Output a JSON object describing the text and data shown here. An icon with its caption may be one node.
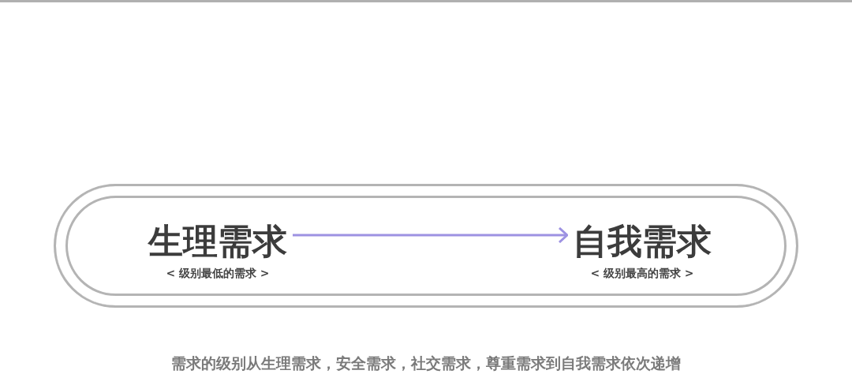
{
  "diagram": {
    "caption": "需求的级别从生理需求，安全需求，社交需求，尊重需求到自我需求依次递增",
    "nodes": [
      {
        "text": [],
        "shape": "box"
      },
      {
        "text": [
          "生理需求"
        ],
        "beside": [
          "< 级别最低的需求 >"
        ],
        "in": 0
      },
      {
        "text": [
          "自我需求"
        ],
        "beside": [
          "< 级别最高的需求 >"
        ],
        "in": 0
      }
    ],
    "edges": [
      {
        "from": 1,
        "to": 2,
        "arrow": "to"
      }
    ]
  }
}
